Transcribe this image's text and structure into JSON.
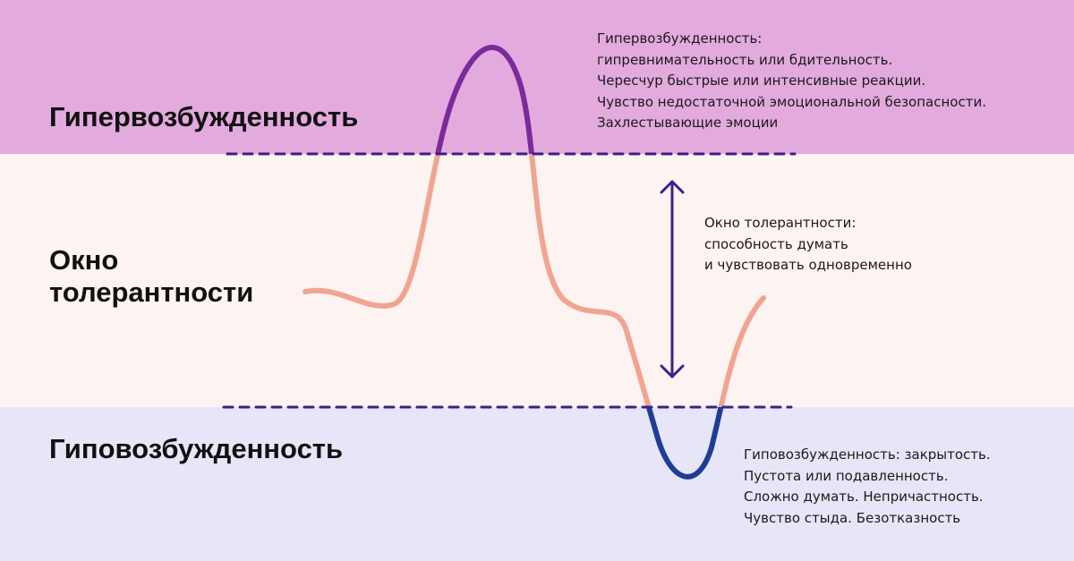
{
  "zones": {
    "hyperarousal": {
      "label": "Гипервозбужденность",
      "description": [
        "Гипервозбужденность:",
        "гипревнимательность или бдительность.",
        "Чересчур быстрые или интенсивные реакции.",
        "Чувство недостаточной эмоциональной безопасности.",
        "Захлестывающие эмоции"
      ]
    },
    "window": {
      "label_line1": "Окно",
      "label_line2": "толерантности",
      "description": [
        "Окно толерантности:",
        "способность думать",
        "и чувствовать одновременно"
      ]
    },
    "hypoarousal": {
      "label": "Гиповозбужденность",
      "description": [
        "Гиповозбужденность: закрытость.",
        "Пустота или подавленность.",
        "Сложно думать. Непричастность.",
        "Чувство стыда. Безотказность"
      ]
    }
  },
  "colors": {
    "hyper_band": "#e3aadd",
    "window_band": "#fdf3f1",
    "hypo_band": "#e7e6f9",
    "dashed_line": "#3b1f8c",
    "curve_window": "#f0a592",
    "curve_hyper": "#7b2a9c",
    "curve_hypo": "#1e3d94",
    "arrow": "#3b1f8c"
  },
  "icons": {
    "range_arrow": "double-headed-vertical-arrow"
  }
}
